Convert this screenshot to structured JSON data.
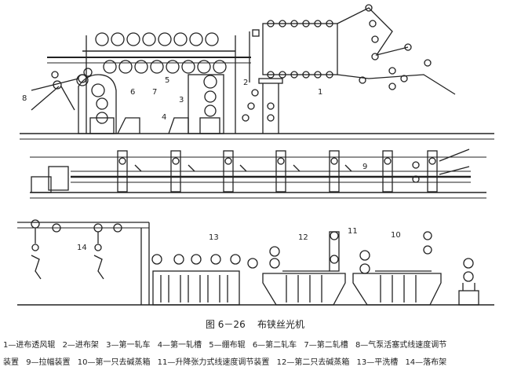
{
  "figure": {
    "caption_number": "图 6－26",
    "caption_title": "布铗丝光机",
    "callouts_top": [
      "8",
      "6",
      "7",
      "5",
      "3",
      "4",
      "2",
      "1"
    ],
    "callouts_mid": [
      "9"
    ],
    "callouts_bot": [
      "14",
      "13",
      "12",
      "11",
      "10"
    ],
    "legend_line1": [
      "1—进布透风辊",
      "2—进布架",
      "3—第一轧车",
      "4—第一轧槽",
      "5—绷布辊",
      "6—第二轧车",
      "7—第二轧槽",
      "8—气泵活塞式线速度调节"
    ],
    "legend_line2": [
      "装置",
      "9—拉幅装置",
      "10—第一只去碱蒸箱",
      "11—升降张力式线速度调节装置",
      "12—第二只去碱蒸箱",
      "13—平洗槽",
      "14—落布架"
    ]
  }
}
